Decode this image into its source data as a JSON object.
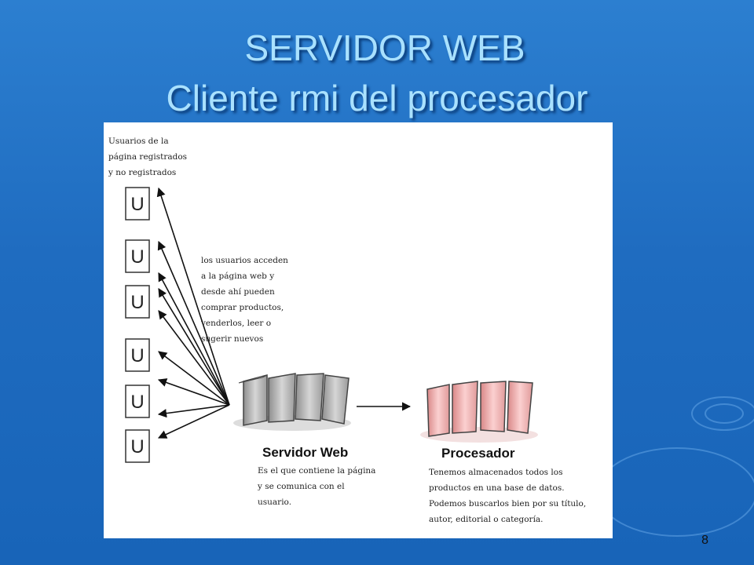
{
  "slide": {
    "title_line1": "SERVIDOR WEB",
    "title_line2": "Cliente rmi del procesador",
    "page_number": "8"
  },
  "diagram": {
    "users_note": "Usuarios de la\npágina registrados\ny no registrados",
    "user_box_label": "U",
    "access_note": "los usuarios acceden\na la página web y\ndesde ahí pueden\ncomprar productos,\nvenderlos, leer o\nsugerir nuevos",
    "web_server_label": "Servidor Web",
    "web_server_note": "Es el que contiene la página\ny se comunica con el\nusuario.",
    "processor_label": "Procesador",
    "processor_note": "Tenemos almacenados todos los\nproductos en una base de datos.\nPodemos buscarlos bien por su título,\nautor, editorial o categoría.",
    "colors": {
      "web_server": "#b8b8b8",
      "processor": "#f2a9a9"
    }
  }
}
